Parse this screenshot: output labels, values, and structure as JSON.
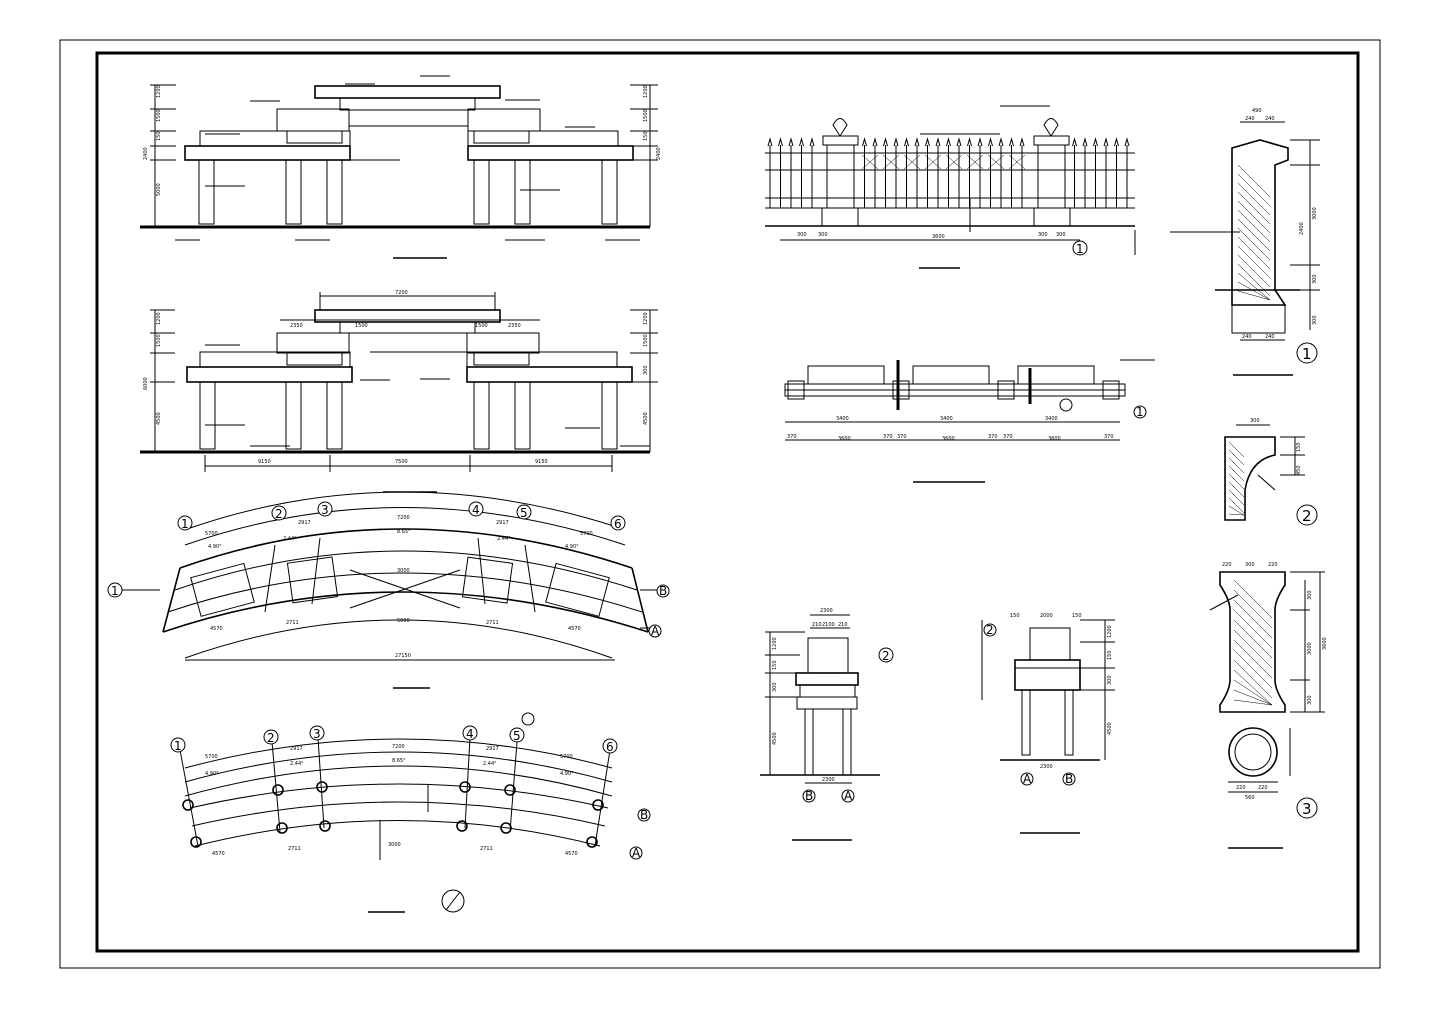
{
  "sheet": {
    "background": "#ffffff",
    "line_color": "#000000"
  },
  "axis_labels": {
    "numbers": [
      "1",
      "2",
      "3",
      "4",
      "5",
      "6"
    ],
    "letters": [
      "A",
      "B"
    ]
  },
  "detail_markers": [
    "1",
    "2",
    "3"
  ],
  "elev1_dims": {
    "vertical_left": [
      "1200",
      "1500",
      "150",
      "2400",
      "5000"
    ],
    "vertical_right": [
      "1200",
      "1500",
      "150",
      "2400"
    ]
  },
  "elev2_dims": {
    "top": "7200",
    "sub_top": [
      "2350",
      "1500",
      "1500",
      "2350"
    ],
    "vertical_left": [
      "1200",
      "1500",
      "6000",
      "4500"
    ],
    "vertical_right": [
      "1200",
      "1500",
      "300",
      "4500"
    ],
    "bottom": [
      "9150",
      "7500",
      "9150"
    ]
  },
  "fence_elev_dims": [
    "300",
    "300",
    "3600",
    "300",
    "300"
  ],
  "fence_plan_dims": {
    "upper": [
      "3400",
      "3400",
      "3400"
    ],
    "lower": [
      "370",
      "3600",
      "370",
      "370",
      "3600",
      "370",
      "370",
      "3600",
      "370"
    ]
  },
  "plan_dims": {
    "arc": [
      "5700",
      "2917",
      "7200",
      "2917",
      "5700"
    ],
    "angles": [
      "4.90°",
      "2.44°",
      "8.65°",
      "2.44°",
      "4.90°"
    ],
    "inner": [
      "4570",
      "2711",
      "5000",
      "2711",
      "4570"
    ],
    "total": "27150",
    "middle": "3000"
  },
  "section_dims": {
    "width_left": "2300",
    "width_right": "2300",
    "top_left": [
      "210",
      "2100",
      "210"
    ],
    "top_right": [
      "150",
      "2000",
      "150"
    ],
    "vertical": [
      "1200",
      "150",
      "300",
      "4500"
    ]
  },
  "detail1_dims": {
    "top": [
      "490",
      "240",
      "240"
    ],
    "vertical": [
      "2400",
      "3000",
      "300",
      "300"
    ],
    "bottom": [
      "240",
      "240"
    ]
  },
  "detail2_dims": [
    "300",
    "150",
    "450"
  ],
  "detail3_dims": {
    "top": [
      "220",
      "300",
      "220"
    ],
    "vertical": [
      "300",
      "3000",
      "300",
      "3600"
    ],
    "bottom": [
      "220",
      "220",
      "560"
    ]
  }
}
